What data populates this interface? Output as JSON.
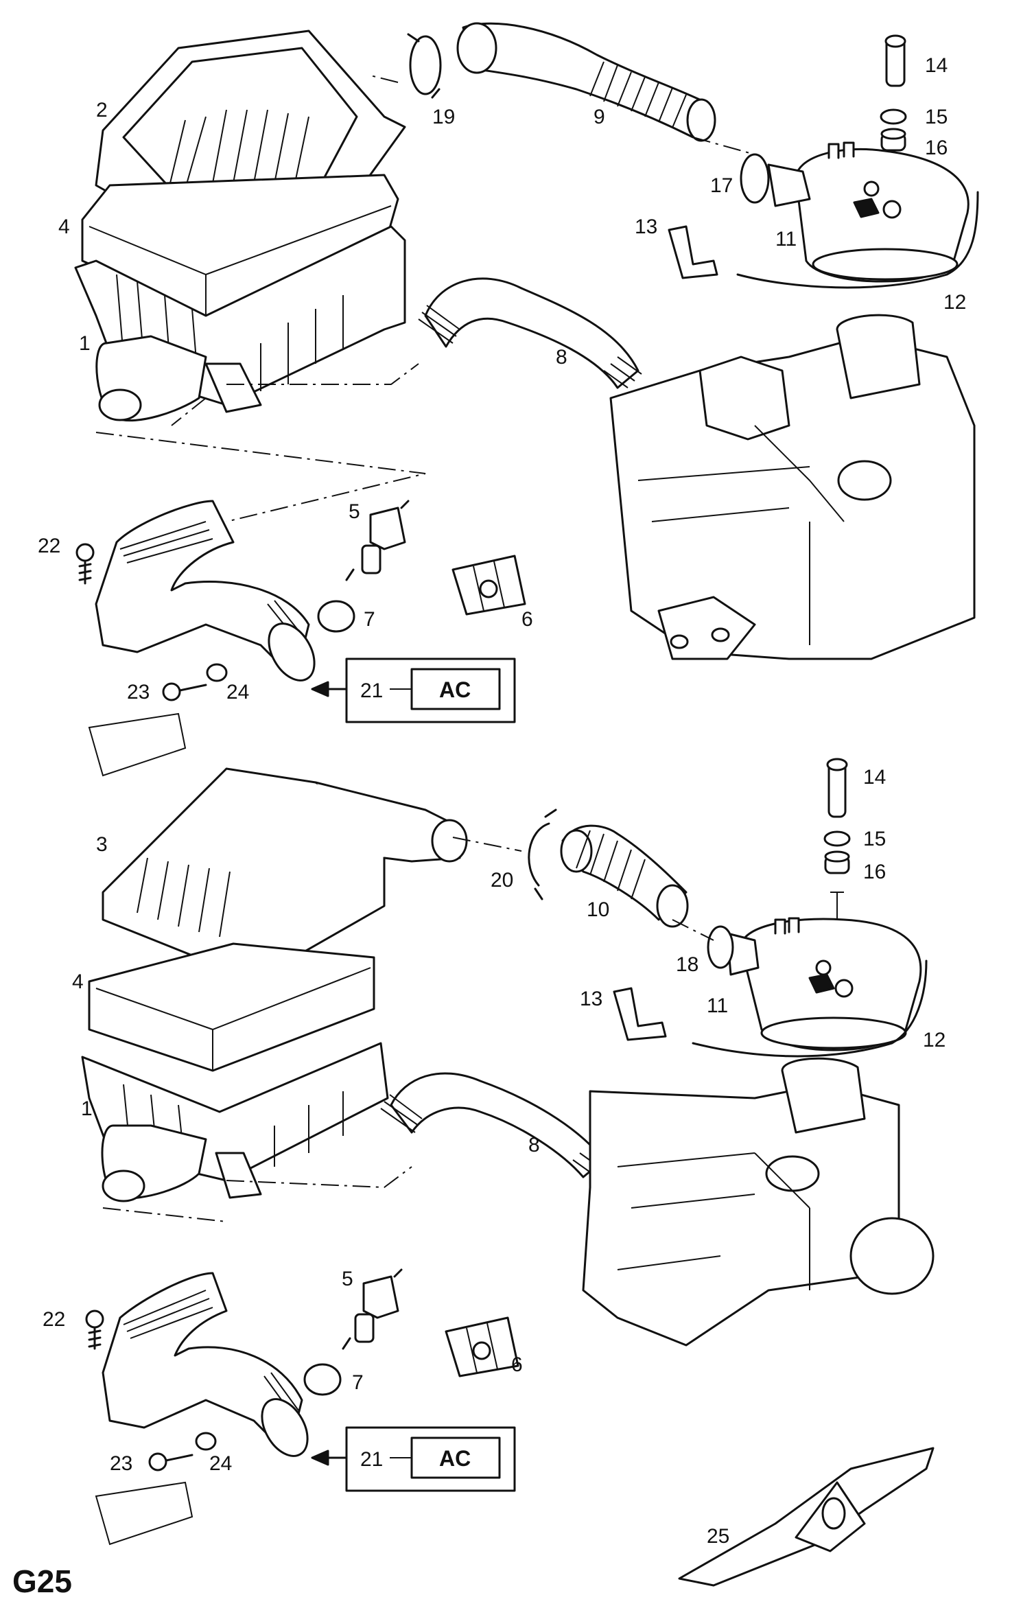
{
  "sheet_code": "G25",
  "callout_box_label": "AC",
  "upper_assembly": {
    "callouts": {
      "c2": "2",
      "c4": "4",
      "c1": "1",
      "c19": "19",
      "c9": "9",
      "c14": "14",
      "c15": "15",
      "c16": "16",
      "c17": "17",
      "c13": "13",
      "c11": "11",
      "c12": "12",
      "c8": "8",
      "c22": "22",
      "c5": "5",
      "c7": "7",
      "c6": "6",
      "c23": "23",
      "c24": "24",
      "c21": "21"
    }
  },
  "lower_assembly": {
    "callouts": {
      "c3": "3",
      "c4": "4",
      "c1": "1",
      "c20": "20",
      "c10": "10",
      "c14": "14",
      "c15": "15",
      "c16": "16",
      "c18": "18",
      "c13": "13",
      "c11": "11",
      "c12": "12",
      "c8": "8",
      "c22": "22",
      "c5": "5",
      "c7": "7",
      "c6": "6",
      "c23": "23",
      "c24": "24",
      "c21": "21",
      "c25": "25"
    }
  }
}
